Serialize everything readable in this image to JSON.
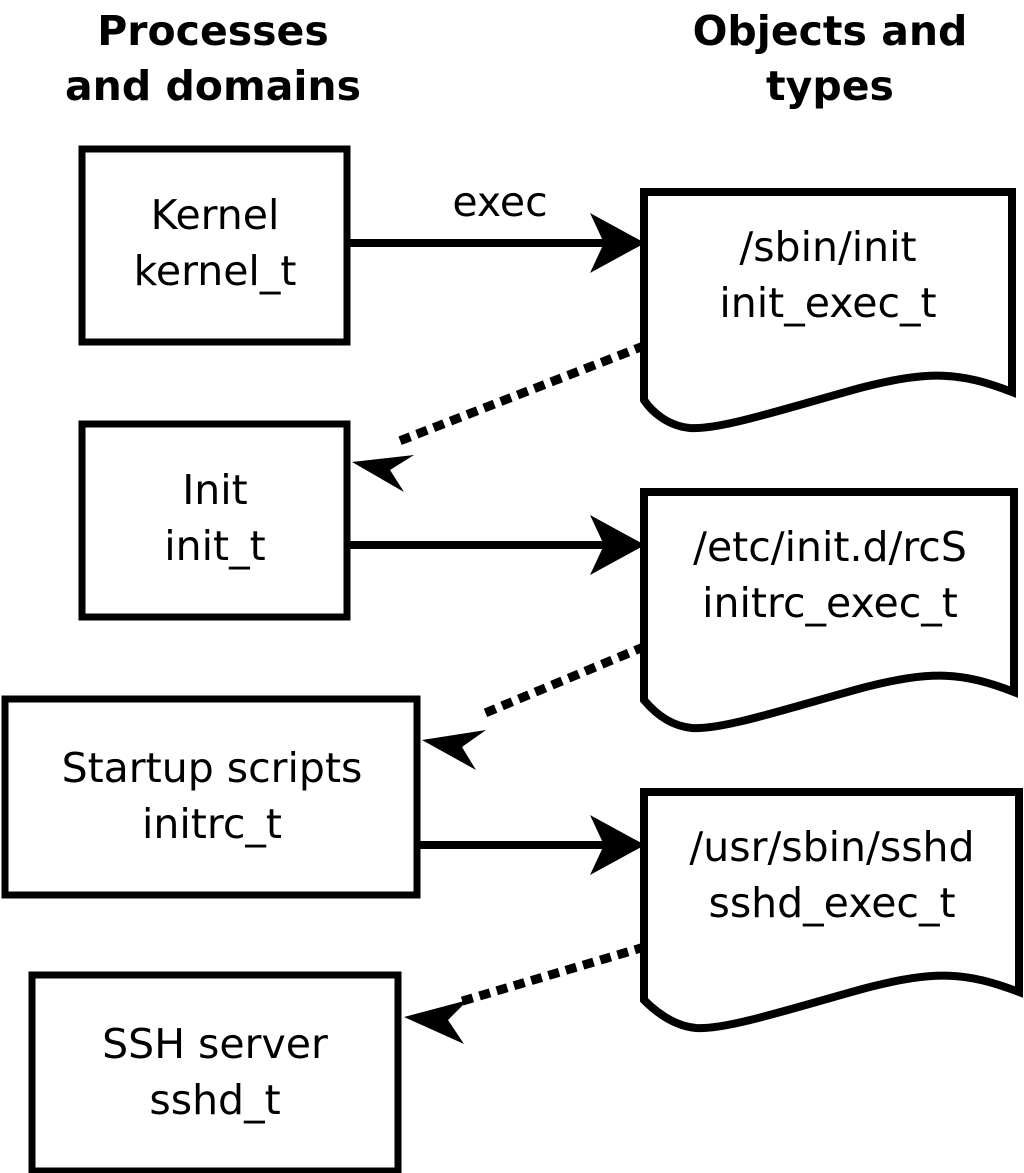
{
  "diagram": {
    "title": "SELinux process domains and object types transition diagram",
    "background_color": "#ffffff",
    "stroke_color": "#000000",
    "columns": [
      {
        "id": "left",
        "header_line1": "Processes",
        "header_line2": "and domains"
      },
      {
        "id": "right",
        "header_line1": "Objects and",
        "header_line2": "types"
      }
    ],
    "process_nodes": [
      {
        "id": "kernel",
        "line1": "Kernel",
        "line2": "kernel_t"
      },
      {
        "id": "init",
        "line1": "Init",
        "line2": "init_t"
      },
      {
        "id": "initrc",
        "line1": "Startup scripts",
        "line2": "initrc_t"
      },
      {
        "id": "sshd",
        "line1": "SSH server",
        "line2": "sshd_t"
      }
    ],
    "object_nodes": [
      {
        "id": "init_exec",
        "line1": "/sbin/init",
        "line2": "init_exec_t"
      },
      {
        "id": "initrc_exec",
        "line1": "/etc/init.d/rcS",
        "line2": "initrc_exec_t"
      },
      {
        "id": "sshd_exec",
        "line1": "/usr/sbin/sshd",
        "line2": "sshd_exec_t"
      }
    ],
    "edges": [
      {
        "id": "kernel-exec-init_exec",
        "from": "kernel",
        "to": "init_exec",
        "style": "solid",
        "label": "exec"
      },
      {
        "id": "init_exec-transition-init",
        "from": "init_exec",
        "to": "init",
        "style": "dotted",
        "label": ""
      },
      {
        "id": "init-exec-initrc_exec",
        "from": "init",
        "to": "initrc_exec",
        "style": "solid",
        "label": ""
      },
      {
        "id": "initrc_exec-transition-initrc",
        "from": "initrc_exec",
        "to": "initrc",
        "style": "dotted",
        "label": ""
      },
      {
        "id": "initrc-exec-sshd_exec",
        "from": "initrc",
        "to": "sshd_exec",
        "style": "solid",
        "label": ""
      },
      {
        "id": "sshd_exec-transition-sshd",
        "from": "sshd_exec",
        "to": "sshd",
        "style": "dotted",
        "label": ""
      }
    ]
  }
}
